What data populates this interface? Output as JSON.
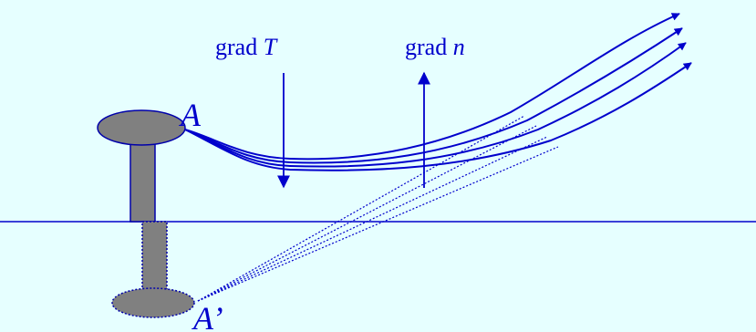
{
  "labels": {
    "grad_t_prefix": "grad ",
    "grad_t_var": "T",
    "grad_n_prefix": "grad ",
    "grad_n_var": "n",
    "point": "A",
    "image_point": "A’"
  },
  "colors": {
    "background": "#E6FFFF",
    "ray": "#0000CC",
    "label": "#0000CC",
    "object_fill": "#808080",
    "object_stroke": "#0000AA"
  }
}
